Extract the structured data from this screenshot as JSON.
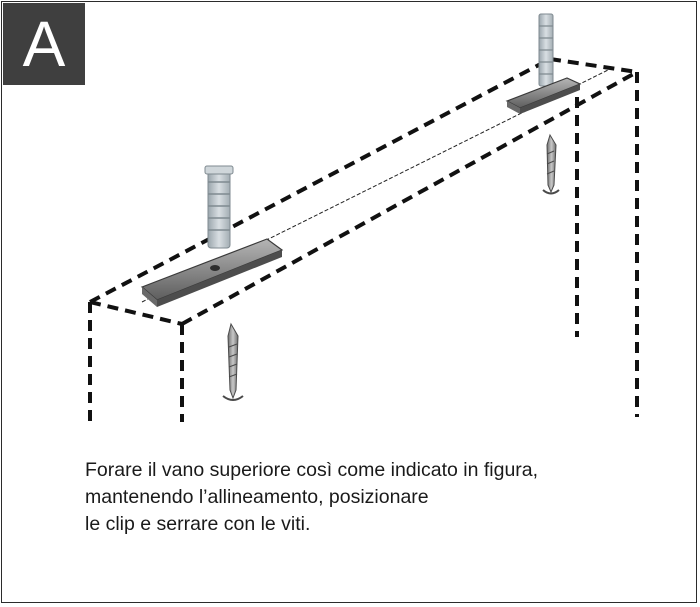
{
  "step": {
    "label": "A"
  },
  "instructions": {
    "lines": [
      "Forare il vano superiore così come indicato in figura,",
      "mantenendo l’allineamento, posizionare",
      "le clip e serrare con le viti."
    ]
  },
  "illustration": {
    "items": [
      "wall-plug",
      "mounting-clip",
      "screw"
    ],
    "colors": {
      "outline": "#111111",
      "metal": "#8c8c8c",
      "plug": "#b9c2c8"
    }
  }
}
